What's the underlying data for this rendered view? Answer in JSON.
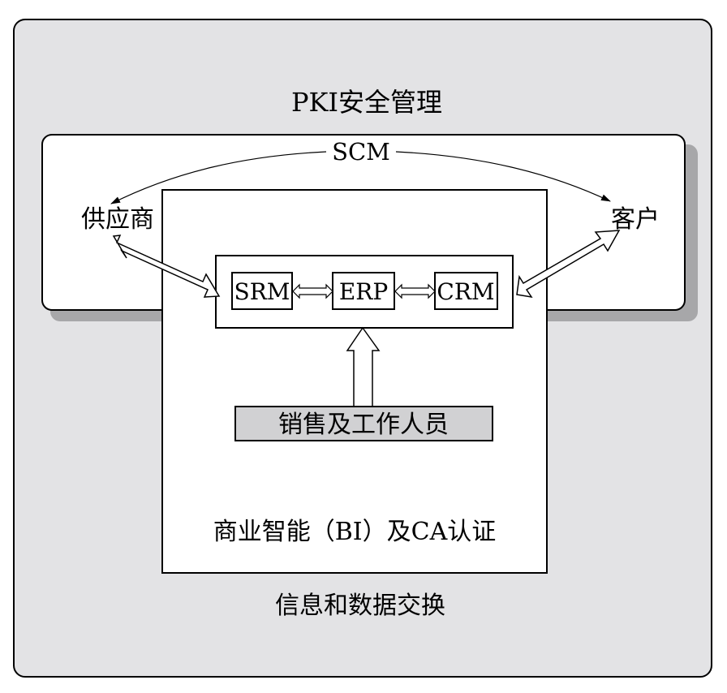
{
  "outer_title": "PKI安全管理",
  "bottom_label": "信息和数据交换",
  "scm_label": "SCM",
  "supplier_label": "供应商",
  "customer_label": "客户",
  "modules": {
    "srm": "SRM",
    "erp": "ERP",
    "crm": "CRM"
  },
  "staff_label": "销售及工作人员",
  "inner_label": "商业智能（BI）及CA认证",
  "colors": {
    "outer_fill": "#e3e3e5",
    "shadow": "#a7a7a9",
    "staff_fill": "#d1d1d3",
    "stroke": "#000000"
  }
}
